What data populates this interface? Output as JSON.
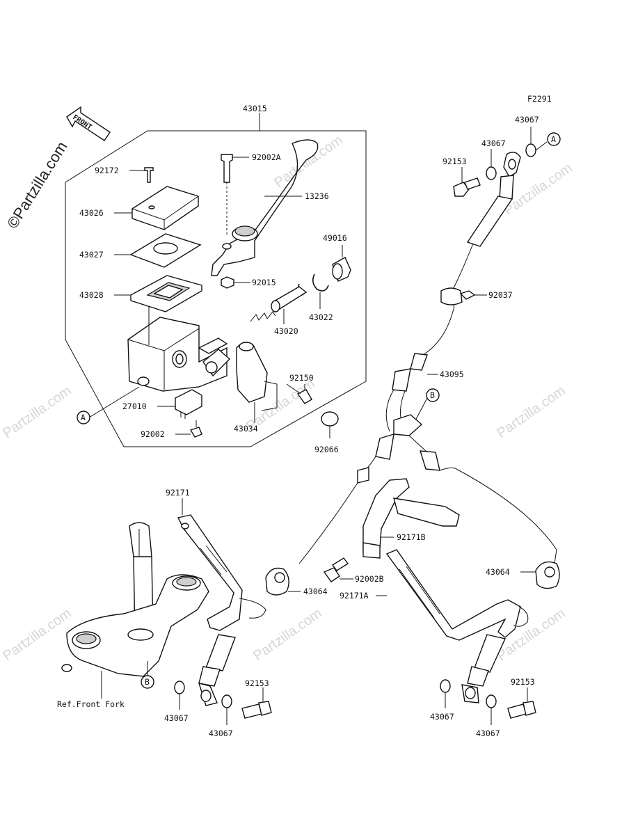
{
  "diagram": {
    "code": "F2291",
    "watermark": "Partzilla.com",
    "watermark_big": "©Partzilla.com",
    "front_arrow_label": "FRONT",
    "ref_note": "Ref.Front Fork",
    "callouts": {
      "A": "A",
      "B": "B"
    },
    "parts": {
      "p43015": "43015",
      "p92172": "92172",
      "p43026": "43026",
      "p43027": "43027",
      "p43028": "43028",
      "p92002A": "92002A",
      "p13236": "13236",
      "p49016": "49016",
      "p92015": "92015",
      "p43022": "43022",
      "p43020": "43020",
      "p92150": "92150",
      "p27010": "27010",
      "p43034": "43034",
      "p92002": "92002",
      "p92066": "92066",
      "p43067_a": "43067",
      "p92153_a": "92153",
      "p43067_b": "43067",
      "p92037": "92037",
      "p43095": "43095",
      "p92171": "92171",
      "p92171B": "92171B",
      "p92002B": "92002B",
      "p43064_l": "43064",
      "p43064_r": "43064",
      "p92171A": "92171A",
      "p92153_bl": "92153",
      "p43067_bl1": "43067",
      "p43067_bl2": "43067",
      "p92153_br": "92153",
      "p43067_br1": "43067",
      "p43067_br2": "43067"
    }
  }
}
